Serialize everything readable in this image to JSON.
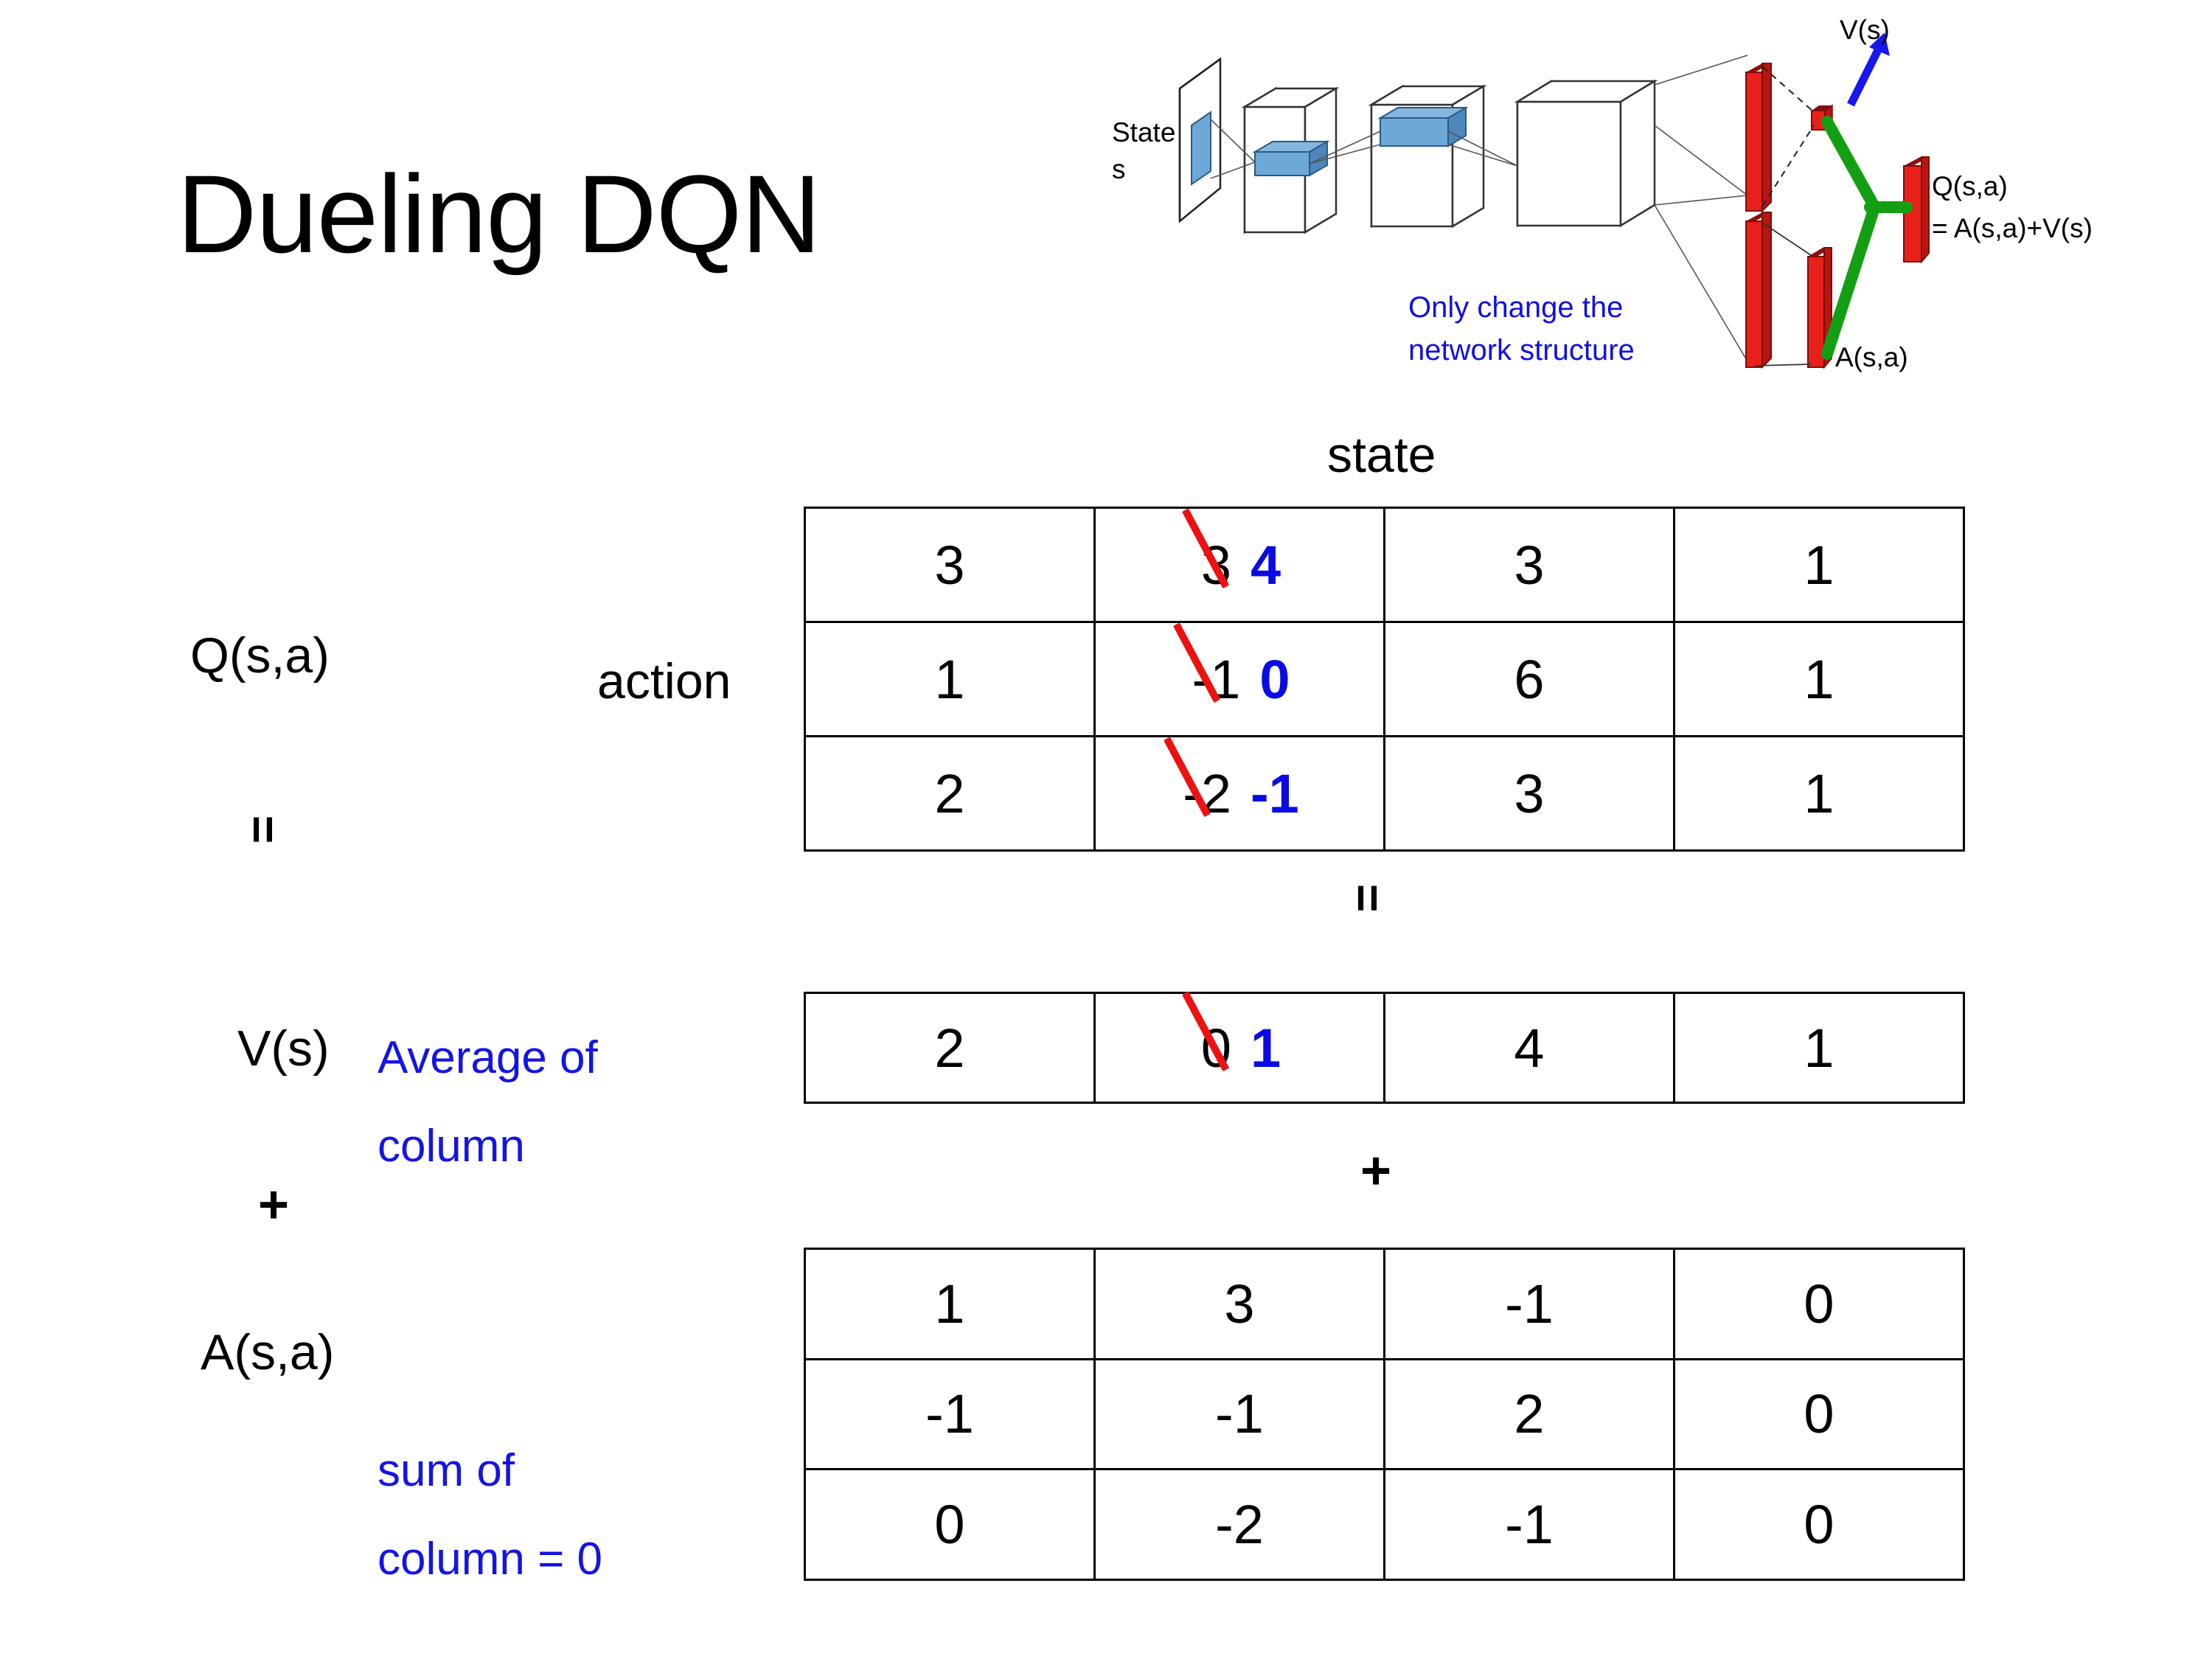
{
  "slide": {
    "title": "Dueling DQN"
  },
  "diagram": {
    "state_label_line1": "State",
    "state_label_line2": "s",
    "v_label": "V(s)",
    "a_label": "A(s,a)",
    "q_label_line1": "Q(s,a)",
    "q_label_line2": "= A(s,a)+V(s)",
    "note_line1": "Only change the",
    "note_line2": "network structure",
    "note_color": "#1010e0",
    "bar_color": "#e8201a",
    "combine_color": "#12a012",
    "arrow_color": "#1818ee",
    "input_color": "#6da8d8"
  },
  "labels": {
    "state_axis": "state",
    "action_axis": "action",
    "q_label": "Q(s,a)",
    "v_label": "V(s)",
    "a_label": "A(s,a)",
    "equals_left": "=",
    "equals_mid": "=",
    "plus_left": "+",
    "plus_mid": "+",
    "note_average_line1": "Average of",
    "note_average_line2": "column",
    "note_sum_line1": "sum of",
    "note_sum_line2": "column = 0",
    "blue": "#1414e6",
    "red": "#ee1111"
  },
  "chart_data": {
    "type": "table",
    "title": "Dueling DQN decomposition Q(s,a) = V(s) + A(s,a)",
    "xlabel": "state",
    "ylabel": "action",
    "tables": [
      {
        "name": "Q(s,a)",
        "rows": 3,
        "cols": 4,
        "values": [
          [
            "3",
            "3",
            "3",
            "1"
          ],
          [
            "1",
            "-1",
            "6",
            "1"
          ],
          [
            "2",
            "-2",
            "3",
            "1"
          ]
        ],
        "edited_column": 1,
        "edited_old": [
          "3",
          "-1",
          "-2"
        ],
        "edited_new": [
          "4",
          "0",
          "-1"
        ]
      },
      {
        "name": "V(s)",
        "rows": 1,
        "cols": 4,
        "values": [
          [
            "2",
            "0",
            "4",
            "1"
          ]
        ],
        "edited_column": 1,
        "edited_old": [
          "0"
        ],
        "edited_new": [
          "1"
        ]
      },
      {
        "name": "A(s,a)",
        "rows": 3,
        "cols": 4,
        "values": [
          [
            "1",
            "3",
            "-1",
            "0"
          ],
          [
            "-1",
            "-1",
            "2",
            "0"
          ],
          [
            "0",
            "-2",
            "-1",
            "0"
          ]
        ],
        "edited_column": null,
        "edited_old": [],
        "edited_new": []
      }
    ]
  }
}
